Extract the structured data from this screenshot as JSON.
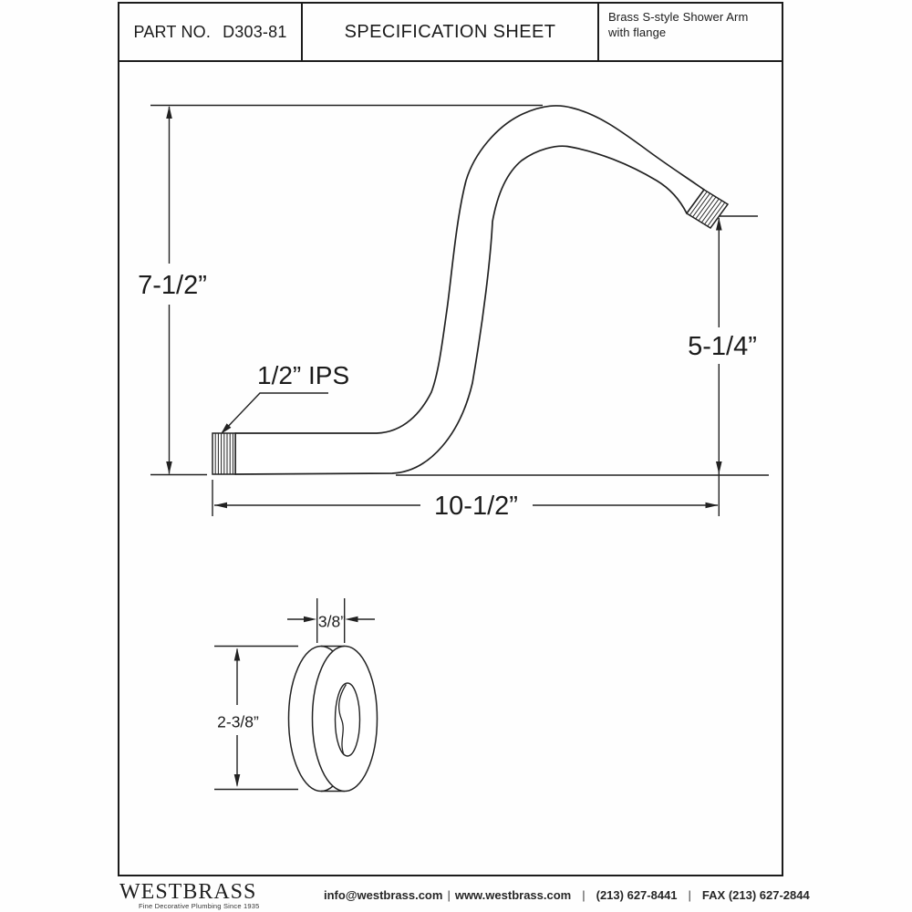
{
  "header": {
    "part_label": "PART NO.",
    "part_number": "D303-81",
    "title": "SPECIFICATION SHEET",
    "description": "Brass S-style Shower Arm with flange"
  },
  "drawing": {
    "dim_overall_height": "7-1/2”",
    "dim_outlet_drop": "5-1/4”",
    "dim_overall_length": "10-1/2”",
    "thread_label": "1/2” IPS",
    "flange_thickness": "3/8”",
    "flange_diameter": "2-3/8”"
  },
  "footer": {
    "brand": "WESTBRASS",
    "tagline": "Fine Decorative Plumbing Since 1935",
    "separator": "|",
    "contacts": {
      "email": "info@westbrass.com",
      "website": "www.westbrass.com",
      "phone": "(213) 627-8441",
      "fax": "FAX (213) 627-2844"
    }
  },
  "colors": {
    "line": "#222222",
    "background": "#ffffff"
  }
}
